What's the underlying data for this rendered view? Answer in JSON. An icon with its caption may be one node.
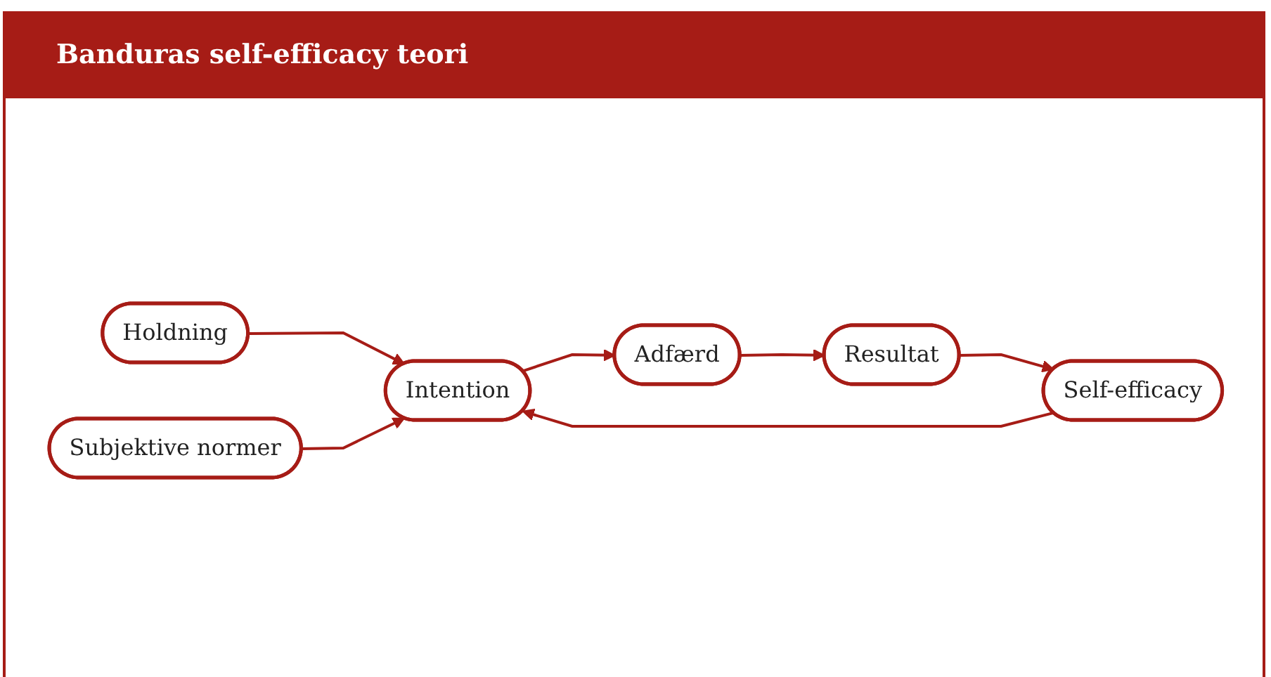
{
  "diagram": {
    "title": "Banduras self-efficacy teori",
    "nodes": [
      {
        "text": [
          "Holdning"
        ]
      },
      {
        "text": [
          "Self-efficacy"
        ]
      },
      {
        "text": [
          "Intention"
        ]
      },
      {
        "text": [
          "Adfærd"
        ]
      },
      {
        "text": [
          "Subjektive normer"
        ]
      },
      {
        "text": [
          "Resultat"
        ]
      }
    ],
    "edges": [
      {
        "from": 0,
        "to": 2,
        "arrow": "to"
      },
      {
        "from": 1,
        "to": 2,
        "arrow": "to"
      },
      {
        "from": 2,
        "to": 3,
        "arrow": "to"
      },
      {
        "from": 4,
        "to": 2,
        "arrow": "to"
      },
      {
        "from": 3,
        "to": 5,
        "arrow": "to"
      },
      {
        "from": 5,
        "to": 1,
        "arrow": "to"
      }
    ]
  }
}
